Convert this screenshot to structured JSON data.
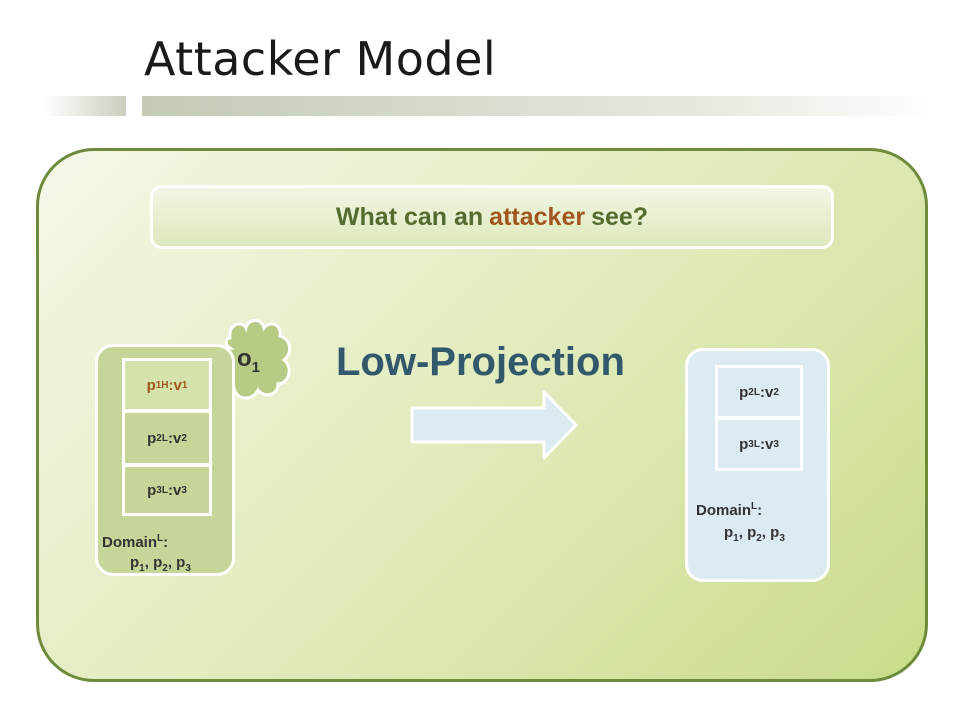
{
  "slide": {
    "title": "Attacker Model"
  },
  "question": {
    "before": "What can an",
    "accent": "attacker",
    "after": "see?"
  },
  "heading": "Low-Projection",
  "cloud": {
    "letter": "o",
    "subscript": "1"
  },
  "left_store": {
    "cells": [
      {
        "base": "p",
        "sub": "1",
        "sup": "H",
        "sep": ": ",
        "val": "v",
        "val_sub": "1"
      },
      {
        "base": "p",
        "sub": "2",
        "sup": "L",
        "sep": ": ",
        "val": "v",
        "val_sub": "2"
      },
      {
        "base": "p",
        "sub": "3",
        "sup": "L",
        "sep": ": ",
        "val": "v",
        "val_sub": "3"
      }
    ],
    "domain": {
      "label": "Domain",
      "sup": "L",
      "colon": ":",
      "items": [
        {
          "base": "p",
          "sub": "1",
          "sep": ", "
        },
        {
          "base": "p",
          "sub": "2",
          "sep": ", "
        },
        {
          "base": "p",
          "sub": "3",
          "sep": ""
        }
      ]
    }
  },
  "right_store": {
    "cells": [
      {
        "base": "p",
        "sub": "2",
        "sup": "L",
        "sep": ": ",
        "val": "v",
        "val_sub": "2"
      },
      {
        "base": "p",
        "sub": "3",
        "sup": "L",
        "sep": ": ",
        "val": "v",
        "val_sub": "3"
      }
    ],
    "domain": {
      "label": "Domain",
      "sup": "L",
      "colon": ":",
      "items": [
        {
          "base": "p",
          "sub": "1",
          "sep": ", "
        },
        {
          "base": "p",
          "sub": "2",
          "sep": ", "
        },
        {
          "base": "p",
          "sub": "3",
          "sep": ""
        }
      ]
    }
  },
  "colors": {
    "panel_border": "#6e8a3a",
    "question_text": "#556b2f",
    "accent": "#a0561e",
    "heading": "#31596b",
    "left_store_fill": "#c6d699",
    "right_store_fill": "#dcebf2",
    "arrow_fill": "#dcebf2",
    "cloud_fill": "#b7cb84"
  }
}
